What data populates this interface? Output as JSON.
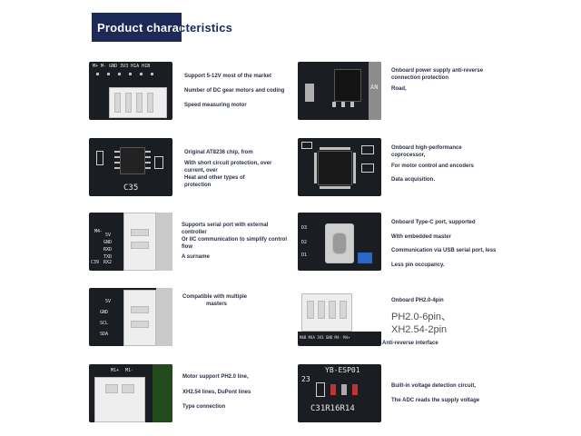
{
  "title": "Product characteristics",
  "left": [
    {
      "pcb_label": "M+ M- GND 3V3 H1A H1B",
      "lines": [
        "Support 5-12V most of the market",
        "Number of DC gear motors and coding",
        "Speed measuring motor"
      ]
    },
    {
      "pcb_label": "C35",
      "lines": [
        "Original AT8236 chip, from",
        "With short circuit protection, over",
        "current, over",
        "Heat and other types of",
        "protection"
      ]
    },
    {
      "pcb_labels": [
        "M4-",
        "5V",
        "GND",
        "RXD",
        "TXD",
        "C39",
        "RX2"
      ],
      "lines": [
        "Supports serial port with external",
        "controller",
        "Or IIC communication to simplify control",
        "flow",
        "A surname"
      ]
    },
    {
      "pcb_labels": [
        "5V",
        "GND",
        "SCL",
        "SDA"
      ],
      "lines": [
        "Compatible with multiple",
        "masters"
      ]
    },
    {
      "pcb_labels": [
        "M1+",
        "M1-"
      ],
      "lines": [
        "Motor support PH2.0 line,",
        "XH2.54 lines, DuPont lines",
        "Type connection"
      ]
    }
  ],
  "right": [
    {
      "pcb_label": "AN",
      "lines": [
        "Onboard power supply anti-reverse",
        "connection protection",
        "Road,"
      ]
    },
    {
      "lines": [
        "Onboard high-performance",
        "coprocessor,",
        "For motor control and encoders",
        "Data acquisition."
      ]
    },
    {
      "pcb_labels": [
        "D3",
        "D2",
        "D1"
      ],
      "lines": [
        "Onboard Type-C port, supported",
        "With embedded master",
        "Communication via USB serial port, less",
        "Less pin occupancy."
      ]
    },
    {
      "pcb_label": "M4B M4A 3V3 GND M4- M4+",
      "line1": "Onboard PH2.0-4pin",
      "big1": "PH2.0-6pin、",
      "big2": "XH2.54-2pin",
      "line2": "Anti-reverse interface"
    },
    {
      "pcb_labels": [
        "YB-ESP01",
        "23",
        "C31R16R14"
      ],
      "lines": [
        "Built-in voltage detection circuit,",
        "The ADC reads the supply voltage"
      ]
    }
  ]
}
